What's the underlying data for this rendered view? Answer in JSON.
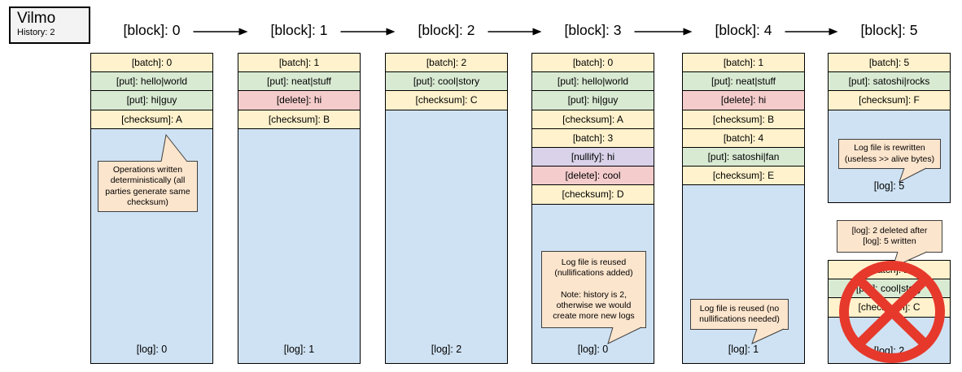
{
  "palette": {
    "batch": "#fff2cc",
    "checksum": "#fff2cc",
    "put": "#d9ead3",
    "delete": "#f4cccc",
    "nullify": "#d9d2e9",
    "log": "#cfe2f3",
    "bubble": "#fce5cd",
    "legend_bg": "#f3f3f3",
    "cross": "#e6392c",
    "border": "#000000"
  },
  "legend": {
    "title": "Vilmo",
    "subtitle": "History: 2"
  },
  "blocks": [
    {
      "label": "[block]: 0",
      "rows": [
        {
          "type": "batch",
          "text": "[batch]: 0"
        },
        {
          "type": "put",
          "text": "[put]: hello|world"
        },
        {
          "type": "put",
          "text": "[put]: hi|guy"
        },
        {
          "type": "checksum",
          "text": "[checksum]: A"
        }
      ],
      "log": "[log]: 0",
      "bubble": "Operations written deterministically (all parties generate same checksum)"
    },
    {
      "label": "[block]: 1",
      "rows": [
        {
          "type": "batch",
          "text": "[batch]: 1"
        },
        {
          "type": "put",
          "text": "[put]: neat|stuff"
        },
        {
          "type": "delete",
          "text": "[delete]: hi"
        },
        {
          "type": "checksum",
          "text": "[checksum]: B"
        }
      ],
      "log": "[log]: 1"
    },
    {
      "label": "[block]: 2",
      "rows": [
        {
          "type": "batch",
          "text": "[batch]: 2"
        },
        {
          "type": "put",
          "text": "[put]: cool|story"
        },
        {
          "type": "checksum",
          "text": "[checksum]: C"
        }
      ],
      "log": "[log]: 2"
    },
    {
      "label": "[block]: 3",
      "rows": [
        {
          "type": "batch",
          "text": "[batch]: 0"
        },
        {
          "type": "put",
          "text": "[put]: hello|world"
        },
        {
          "type": "put",
          "text": "[put]: hi|guy"
        },
        {
          "type": "checksum",
          "text": "[checksum]: A"
        },
        {
          "type": "batch",
          "text": "[batch]: 3"
        },
        {
          "type": "nullify",
          "text": "[nullify]: hi"
        },
        {
          "type": "delete",
          "text": "[delete]: cool"
        },
        {
          "type": "checksum",
          "text": "[checksum]: D"
        }
      ],
      "log": "[log]: 0",
      "bubble": "Log file is reused (nullifications added)\n\nNote: history is 2, otherwise we would create more new logs"
    },
    {
      "label": "[block]: 4",
      "rows": [
        {
          "type": "batch",
          "text": "[batch]: 1"
        },
        {
          "type": "put",
          "text": "[put]: neat|stuff"
        },
        {
          "type": "delete",
          "text": "[delete]: hi"
        },
        {
          "type": "checksum",
          "text": "[checksum]: B"
        },
        {
          "type": "batch",
          "text": "[batch]: 4"
        },
        {
          "type": "put",
          "text": "[put]: satoshi|fan"
        },
        {
          "type": "checksum",
          "text": "[checksum]: E"
        }
      ],
      "log": "[log]: 1",
      "bubble": "Log file is reused (no nullifications needed)"
    },
    {
      "label": "[block]: 5",
      "rows": [
        {
          "type": "batch",
          "text": "[batch]: 5"
        },
        {
          "type": "put",
          "text": "[put]: satoshi|rocks"
        },
        {
          "type": "checksum",
          "text": "[checksum]: F"
        }
      ],
      "log": "[log]: 5",
      "bubble": "Log file is rewritten (useless >> alive bytes)",
      "deleted_box": {
        "rows": [
          {
            "type": "batch",
            "text": "[batch]: 2"
          },
          {
            "type": "put",
            "text": "[put]: cool|story"
          },
          {
            "type": "checksum",
            "text": "[checksum]: C"
          }
        ],
        "log": "[log]: 2",
        "bubble": "[log]: 2 deleted after\n[log]: 5 written"
      }
    }
  ]
}
